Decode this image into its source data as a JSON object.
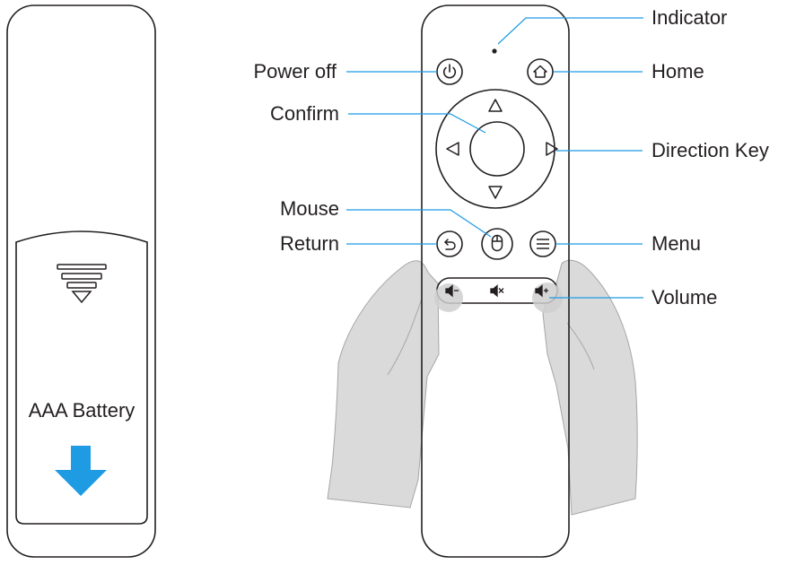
{
  "labels": {
    "indicator": "Indicator",
    "power_off": "Power off",
    "home": "Home",
    "confirm": "Confirm",
    "direction_key": "Direction Key",
    "mouse": "Mouse",
    "return": "Return",
    "menu": "Menu",
    "volume": "Volume"
  },
  "battery": {
    "label": "AAA Battery",
    "arrow_color": "#1e9be3"
  },
  "colors": {
    "callout_line": "#1e9be3",
    "outline": "#231f20",
    "hand_fill": "#d9d9d9"
  },
  "icons": [
    "power-icon",
    "home-icon",
    "return-icon",
    "mouse-icon",
    "menu-icon",
    "volume-down-icon",
    "mute-icon",
    "volume-up-icon",
    "arrow-up-icon",
    "arrow-down-icon",
    "arrow-left-icon",
    "arrow-right-icon"
  ]
}
